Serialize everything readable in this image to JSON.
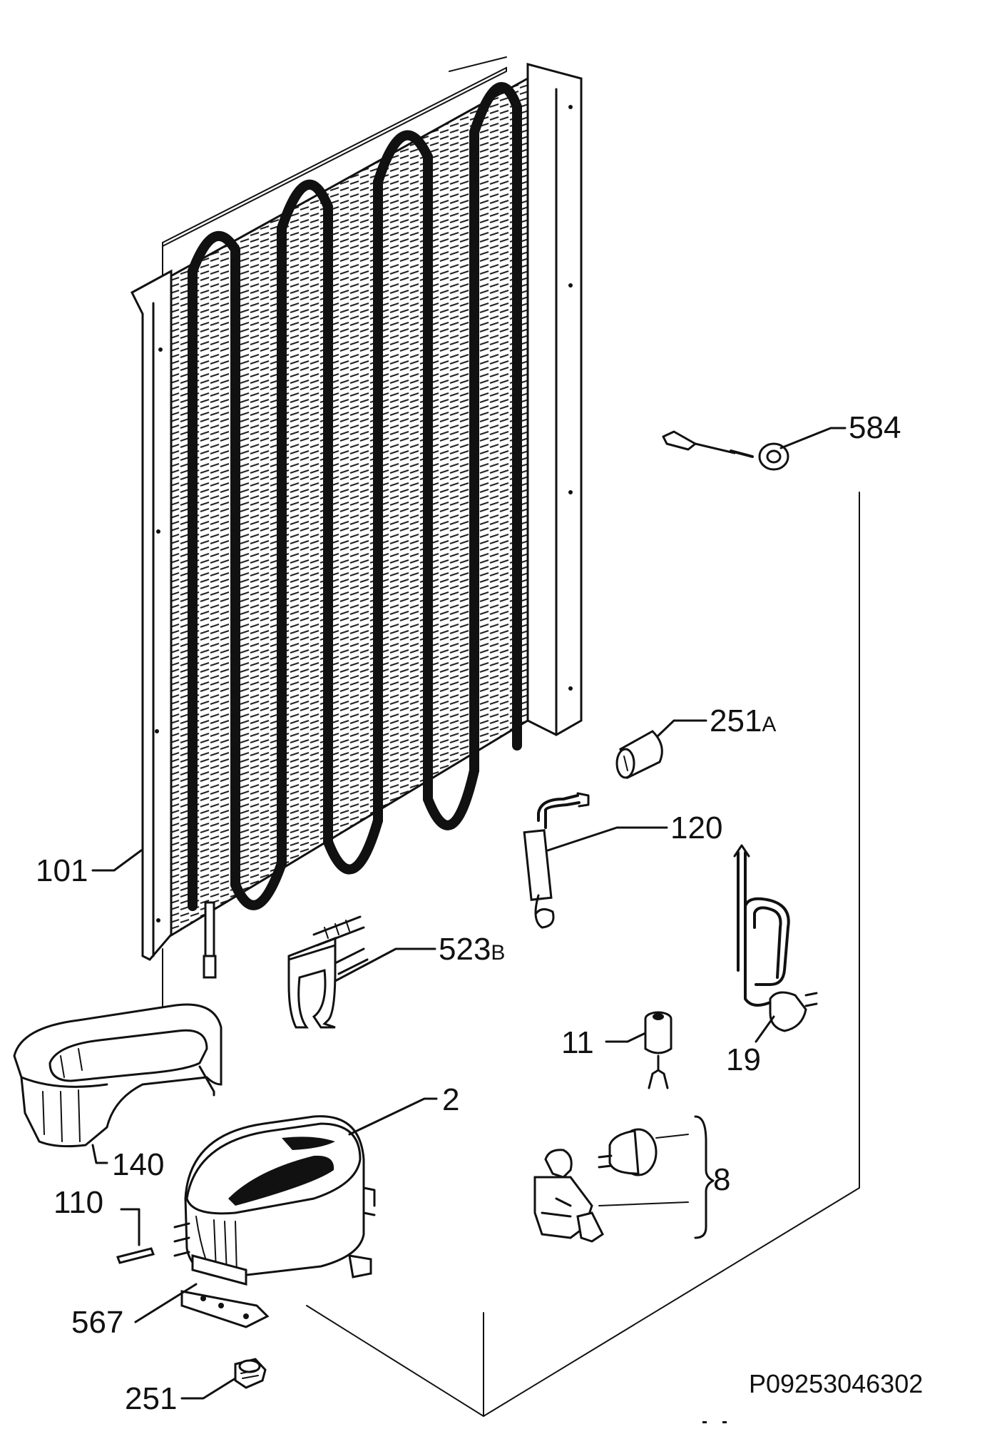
{
  "diagram_code": "P09253046302",
  "parts": [
    {
      "id": "584",
      "num": "584",
      "suffix": ""
    },
    {
      "id": "251A",
      "num": "251",
      "suffix": "A"
    },
    {
      "id": "120",
      "num": "120",
      "suffix": ""
    },
    {
      "id": "101",
      "num": "101",
      "suffix": ""
    },
    {
      "id": "523B",
      "num": "523",
      "suffix": "B"
    },
    {
      "id": "11",
      "num": "11",
      "suffix": ""
    },
    {
      "id": "19",
      "num": "19",
      "suffix": ""
    },
    {
      "id": "2",
      "num": "2",
      "suffix": ""
    },
    {
      "id": "140",
      "num": "140",
      "suffix": ""
    },
    {
      "id": "8",
      "num": "8",
      "suffix": ""
    },
    {
      "id": "110",
      "num": "110",
      "suffix": ""
    },
    {
      "id": "567",
      "num": "567",
      "suffix": ""
    },
    {
      "id": "251",
      "num": "251",
      "suffix": ""
    }
  ]
}
